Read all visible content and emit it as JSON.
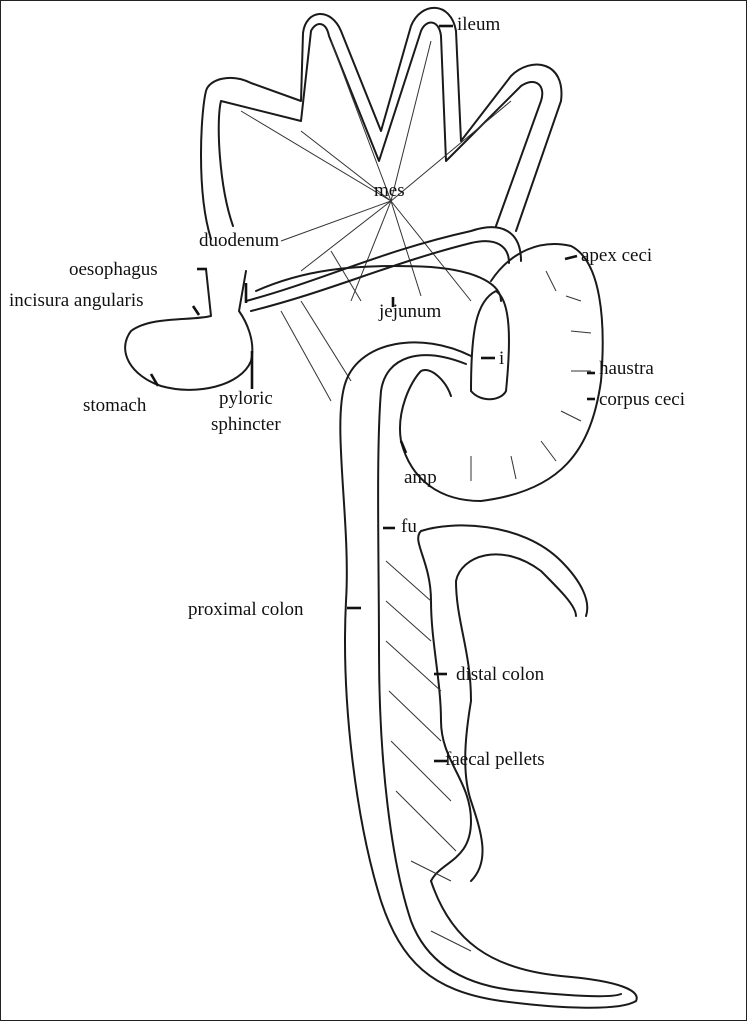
{
  "labels": {
    "ileum": "ileum",
    "mes": "mes",
    "duodenum": "duodenum",
    "apex_ceci": "apex ceci",
    "oesophagus": "oesophagus",
    "incisura_angularis": "incisura angularis",
    "jejunum": "jejunum",
    "i": "i",
    "haustra": "haustra",
    "corpus_ceci": "corpus ceci",
    "stomach": "stomach",
    "pyloric": "pyloric",
    "sphincter": "sphincter",
    "amp": "amp",
    "fu": "fu",
    "proximal_colon": "proximal colon",
    "distal_colon": "distal colon",
    "faecal_pellets": "faecal pellets"
  }
}
